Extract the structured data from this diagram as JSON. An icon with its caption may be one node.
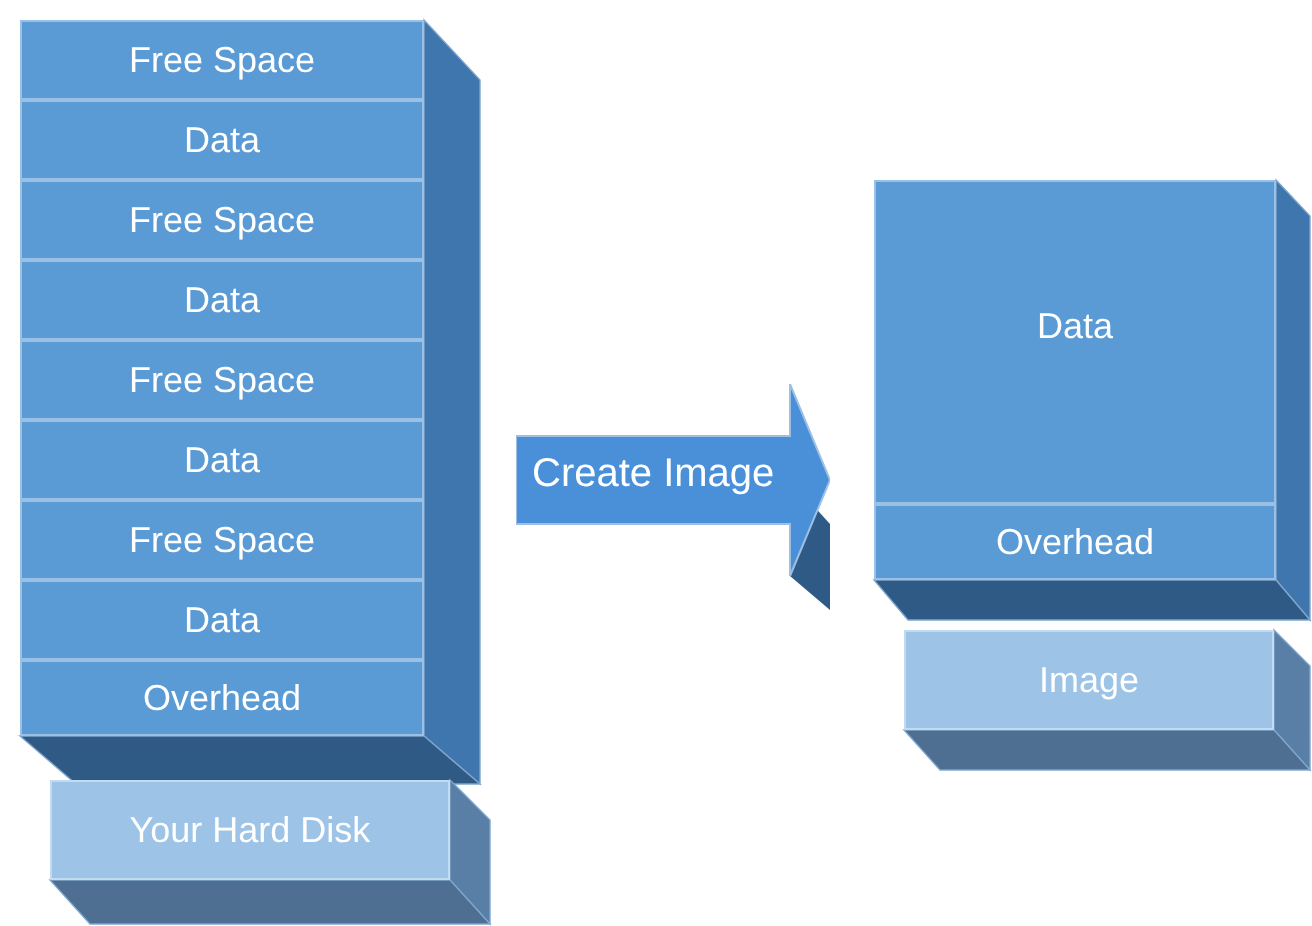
{
  "diagram": {
    "nodes": [
      {
        "text": [
          "Free Space"
        ]
      },
      {
        "text": [
          "Data"
        ]
      },
      {
        "text": [
          "Free Space"
        ]
      },
      {
        "text": [
          "Data"
        ]
      },
      {
        "text": [
          "Free Space"
        ]
      },
      {
        "text": [
          "Data"
        ]
      },
      {
        "text": [
          "Free Space"
        ]
      },
      {
        "text": [
          "Data"
        ]
      },
      {
        "text": [
          "Overhead"
        ]
      },
      {
        "text": [
          "Your Hard Disk"
        ]
      },
      {
        "text": [
          "Create Image"
        ]
      },
      {
        "text": [
          "Data"
        ]
      },
      {
        "text": [
          "Overhead"
        ]
      },
      {
        "text": [
          "Image"
        ]
      }
    ]
  }
}
